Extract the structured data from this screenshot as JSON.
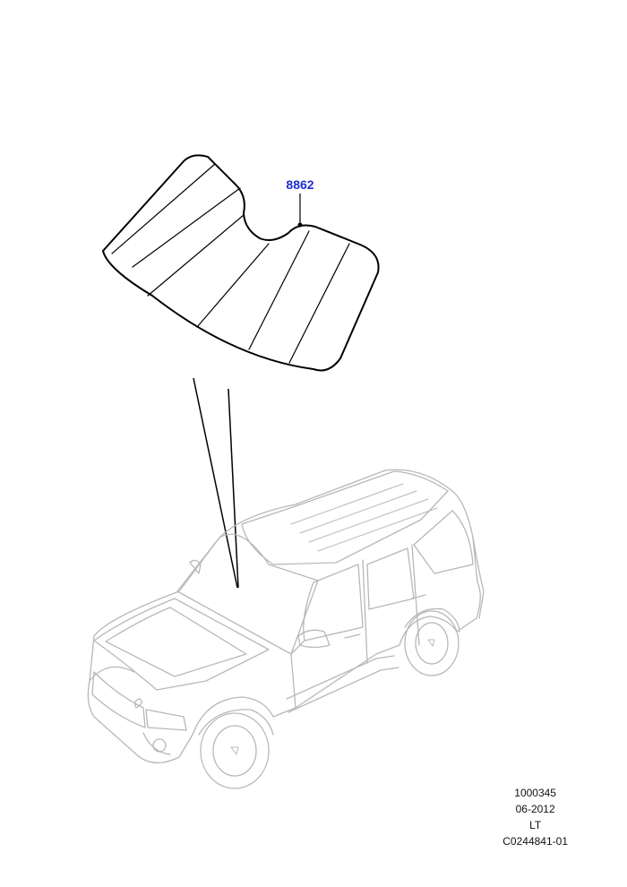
{
  "part_label": "8862",
  "footer": {
    "line1": "1000345",
    "line2": "06-2012",
    "line3": "LT",
    "line4": "C0244841-01"
  },
  "colors": {
    "callout": "#1f2fd1",
    "line": "#000000",
    "vehicle_outline": "#b8b8b8"
  },
  "icons": {
    "sunshade": "windshield-sunshade-icon",
    "vehicle": "suv-vehicle-icon"
  }
}
